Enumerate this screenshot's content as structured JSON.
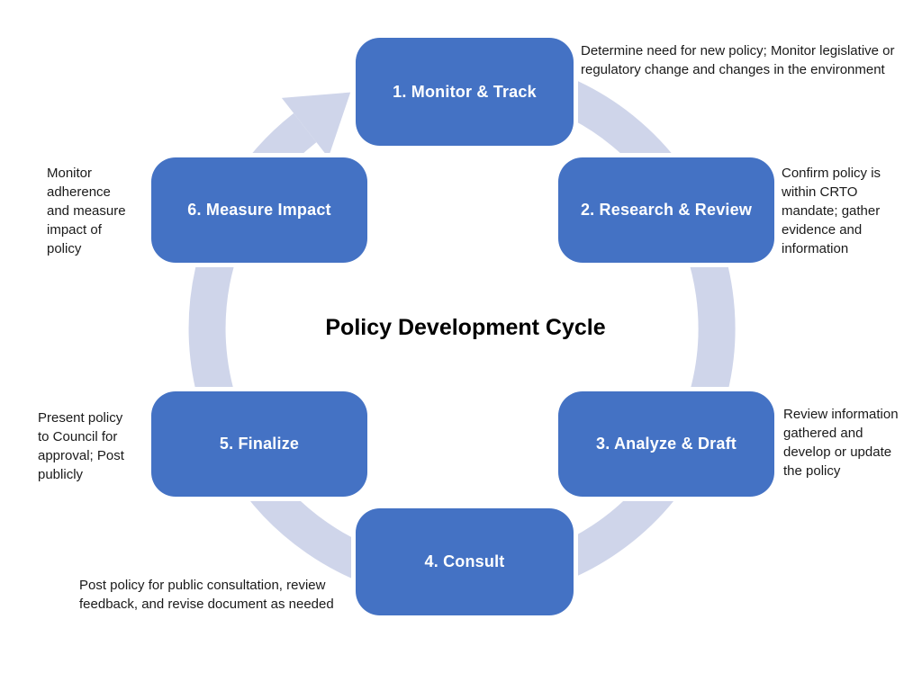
{
  "title": "Policy Development Cycle",
  "colors": {
    "box": "#4472C4",
    "box_text": "#FFFFFF",
    "ring": "#CFD5EA",
    "text": "#1A1A1A",
    "background": "#FFFFFF"
  },
  "cycle_arrow": {
    "direction": "clockwise",
    "description": "light periwinkle circular arrow behind boxes, arrowhead at upper-left pointing toward step 1"
  },
  "steps": [
    {
      "label": "1. Monitor & Track",
      "note": "Determine need for new policy; Monitor legislative or\nregulatory change and changes in the environment"
    },
    {
      "label": "2. Research & Review",
      "note": "Confirm policy is\nwithin CRTO\nmandate; gather\nevidence and\ninformation"
    },
    {
      "label": "3. Analyze & Draft",
      "note": "Review information\ngathered and\ndevelop or update\nthe policy"
    },
    {
      "label": "4. Consult",
      "note": "Post policy for public consultation, review\nfeedback, and revise document as needed"
    },
    {
      "label": "5. Finalize",
      "note": "Present policy\nto Council for\napproval; Post\npublicly"
    },
    {
      "label": "6. Measure Impact",
      "note": "Monitor\nadherence\nand measure\nimpact of\npolicy"
    }
  ]
}
